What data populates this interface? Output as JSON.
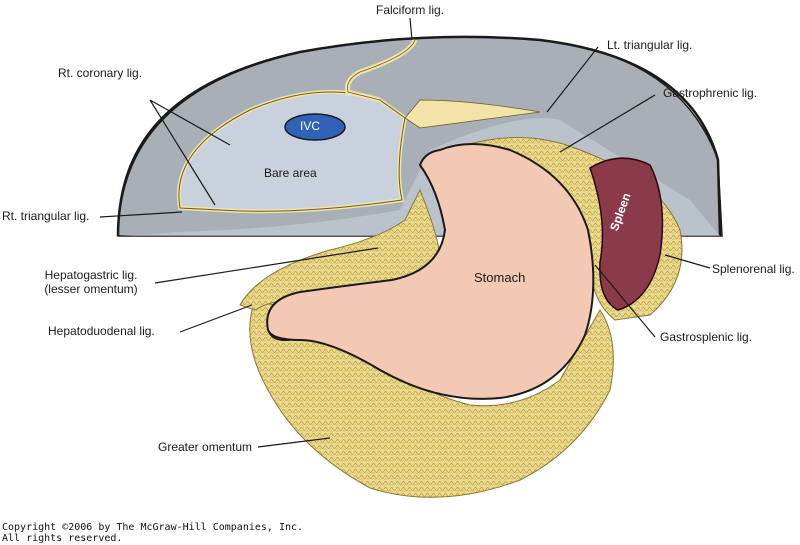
{
  "diagram": {
    "labels": {
      "falciform": "Falciform lig.",
      "lt_triangular": "Lt. triangular lig.",
      "rt_coronary": "Rt. coronary lig.",
      "gastrophrenic": "Gastrophrenic lig.",
      "rt_triangular": "Rt. triangular lig.",
      "hepatogastric_line1": "Hepatogastric lig.",
      "hepatogastric_line2": "(lesser omentum)",
      "hepatoduodenal": "Hepatoduodenal lig.",
      "splenorenal": "Splenorenal lig.",
      "gastrosplenic": "Gastrosplenic lig.",
      "greater_omentum": "Greater omentum"
    },
    "organs": {
      "ivc": "IVC",
      "bare_area": "Bare area",
      "stomach": "Stomach",
      "spleen": "Spleen"
    },
    "colors": {
      "diaphragm": "#a9afb6",
      "liver_surface": "#c9d2dc",
      "ligament": "#f2e3a6",
      "omentum": "#ecd98a",
      "stomach": "#f4c9b4",
      "spleen": "#8a3a4a",
      "ivc": "#2f63b8"
    }
  },
  "footer": {
    "copyright_line1": "Copyright ©2006 by The McGraw-Hill Companies, Inc.",
    "copyright_line2": "All rights reserved."
  }
}
